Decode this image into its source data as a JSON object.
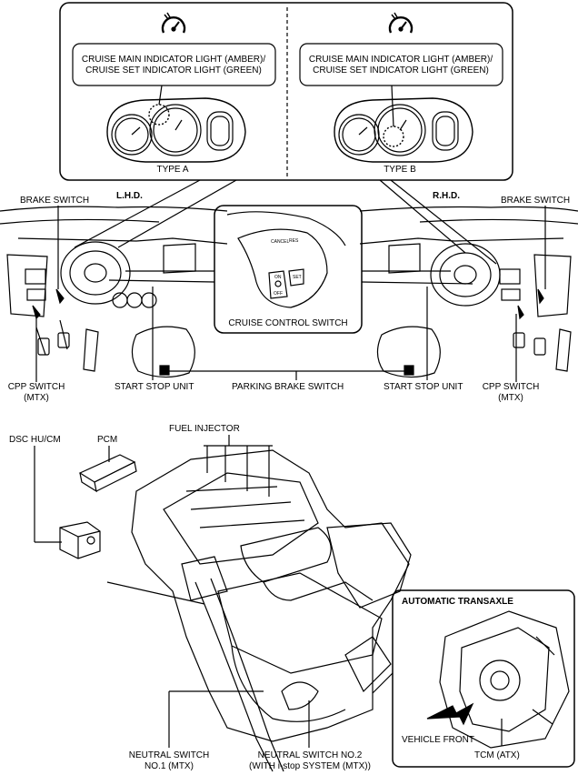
{
  "top": {
    "indicator_a_line1": "CRUISE MAIN INDICATOR LIGHT (AMBER)/",
    "indicator_a_line2": "CRUISE SET INDICATOR LIGHT (GREEN)",
    "indicator_b_line1": "CRUISE MAIN INDICATOR LIGHT (AMBER)/",
    "indicator_b_line2": "CRUISE SET INDICATOR LIGHT (GREEN)",
    "type_a": "TYPE A",
    "type_b": "TYPE B"
  },
  "cabin": {
    "lhd": "L.H.D.",
    "rhd": "R.H.D.",
    "brake_switch_left": "BRAKE SWITCH",
    "brake_switch_right": "BRAKE SWITCH",
    "cruise_control_switch": "CRUISE CONTROL SWITCH",
    "cpp_left_line1": "CPP SWITCH",
    "cpp_left_line2": "(MTX)",
    "cpp_right_line1": "CPP SWITCH",
    "cpp_right_line2": "(MTX)",
    "start_stop_left": "START STOP UNIT",
    "start_stop_right": "START STOP UNIT",
    "parking_brake_switch": "PARKING BRAKE SWITCH",
    "switch_text_cancel": "CANCEL",
    "switch_text_res": "RES",
    "switch_text_on": "ON",
    "switch_text_off": "OFF",
    "switch_text_set": "SET"
  },
  "engine": {
    "dsc": "DSC HU/CM",
    "pcm": "PCM",
    "fuel_injector": "FUEL INJECTOR",
    "automatic_transaxle": "AUTOMATIC TRANSAXLE",
    "vehicle_front": "VEHICLE FRONT",
    "tcm": "TCM (ATX)",
    "neutral1_line1": "NEUTRAL SWITCH",
    "neutral1_line2": "NO.1 (MTX)",
    "neutral2_line1": "NEUTRAL SWITCH NO.2",
    "neutral2_line2": "(WITH i-stop SYSTEM (MTX))"
  }
}
